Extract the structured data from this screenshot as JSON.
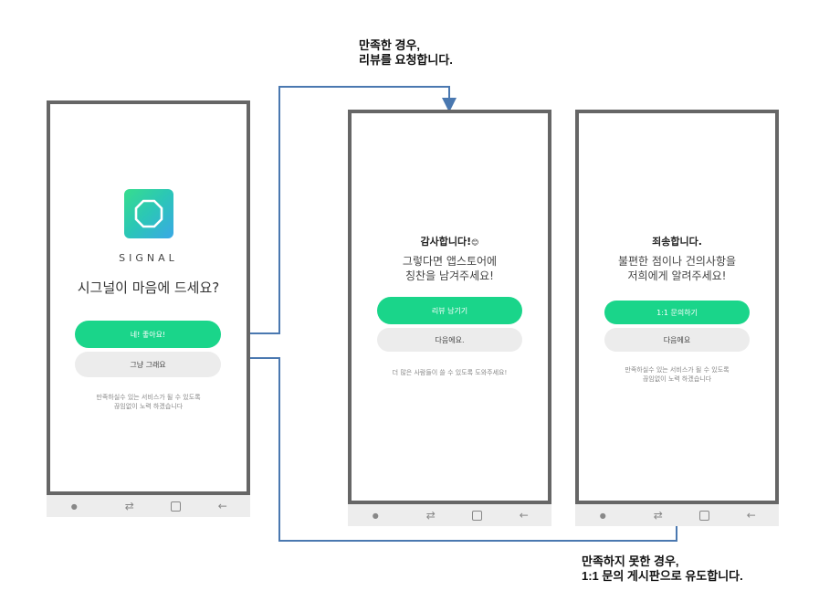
{
  "callouts": {
    "top": "만족한 경우,\n리뷰를 요청합니다.",
    "bottom": "만족하지 못한 경우,\n1:1 문의 게시판으로 유도합니다."
  },
  "screen1": {
    "brand": "SIGNAL",
    "question": "시그널이 마음에 드세요?",
    "yes_button": "네! 좋아요!",
    "no_button": "그냥 그래요",
    "footer_line1": "만족하실수 있는 서비스가 될 수 있도록",
    "footer_line2": "끊임없이 노력 하겠습니다"
  },
  "screen2": {
    "title": "감사합니다!",
    "emoji": "😊",
    "message_line1": "그렇다면 앱스토어에",
    "message_line2": "칭찬을 남겨주세요!",
    "review_button": "리뷰 남기기",
    "later_button": "다음에요.",
    "footer": "더 많은 사람들이 쓸 수 있도록 도와주세요!"
  },
  "screen3": {
    "title": "죄송합니다.",
    "message_line1": "불편한 점이나 건의사항을",
    "message_line2": "저희에게 알려주세요!",
    "inquiry_button": "1:1 문의하기",
    "later_button": "다음에요",
    "footer_line1": "만족하실수 있는 서비스가 될 수 있도록",
    "footer_line2": "끊임없이 노력 하겠습니다"
  },
  "navbar": {
    "icons": [
      "dot-icon",
      "recent-apps-icon",
      "home-icon",
      "back-icon"
    ]
  },
  "colors": {
    "accent_green": "#1ad58a",
    "connector_blue": "#4a78b0",
    "frame_grey": "#666666"
  }
}
